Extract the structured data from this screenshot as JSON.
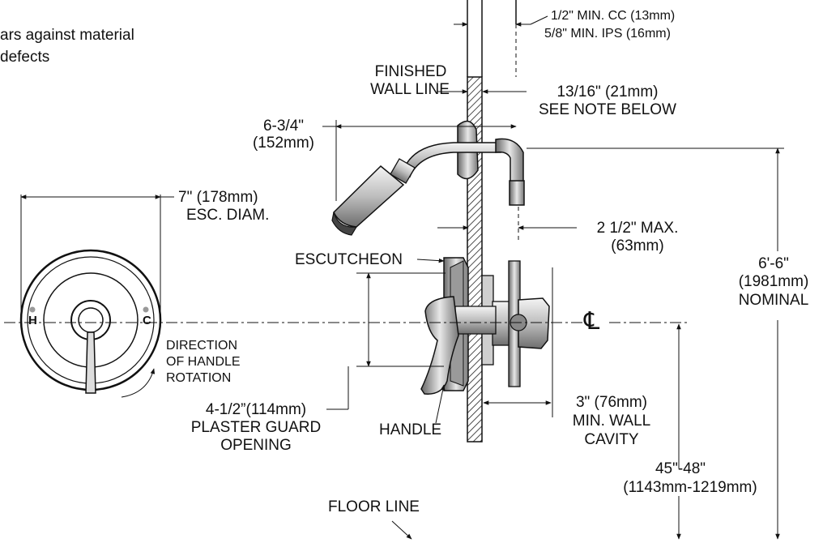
{
  "top_note": {
    "line1": "ars against material",
    "line2": "defects"
  },
  "labels": {
    "cc_min": "1/2\" MIN. CC (13mm)",
    "ips_min": "5/8\" MIN. IPS (16mm)",
    "finished_wall_1": "FINISHED",
    "finished_wall_2": "WALL LINE",
    "wall_depth_1": "13/16\" (21mm)",
    "wall_depth_2": "SEE NOTE BELOW",
    "arm_length_1": "6-3/4\"",
    "arm_length_2": "(152mm)",
    "esc_diam_1": "7\" (178mm)",
    "esc_diam_2": "ESC. DIAM.",
    "max_depth_1": "2 1/2\" MAX.",
    "max_depth_2": "(63mm)",
    "escutcheon": "ESCUTCHEON",
    "height_1": "6'-6\"",
    "height_2": "(1981mm)",
    "height_3": "NOMINAL",
    "hot": "H",
    "cold": "C",
    "centerline": "℄",
    "direction_1": "DIRECTION",
    "direction_2": "OF HANDLE",
    "direction_3": "ROTATION",
    "guard_1": "4-1/2”(114mm)",
    "guard_2": "PLASTER GUARD",
    "guard_3": "OPENING",
    "handle": "HANDLE",
    "cavity_1": "3\" (76mm)",
    "cavity_2": "MIN. WALL",
    "cavity_3": "CAVITY",
    "valve_height_1": "45\"-48\"",
    "valve_height_2": "(1143mm-1219mm)",
    "floor_line": "FLOOR LINE"
  }
}
